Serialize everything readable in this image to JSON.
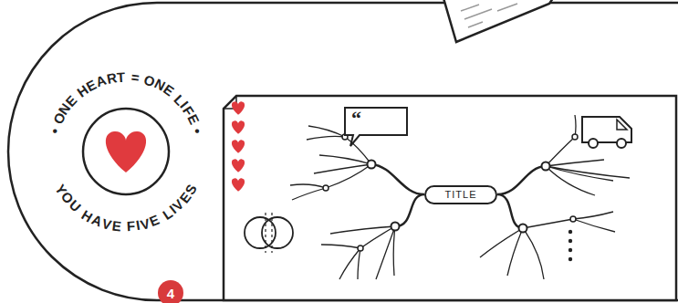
{
  "diagram": {
    "nodes": [
      {
        "text": [
          "TITLE"
        ]
      },
      {
        "text": [
          "4"
        ]
      }
    ],
    "labels": [
      "• ONE HEART = ONE LIFE •",
      "YOU HAVE FIVE LIVES",
      "“"
    ]
  }
}
